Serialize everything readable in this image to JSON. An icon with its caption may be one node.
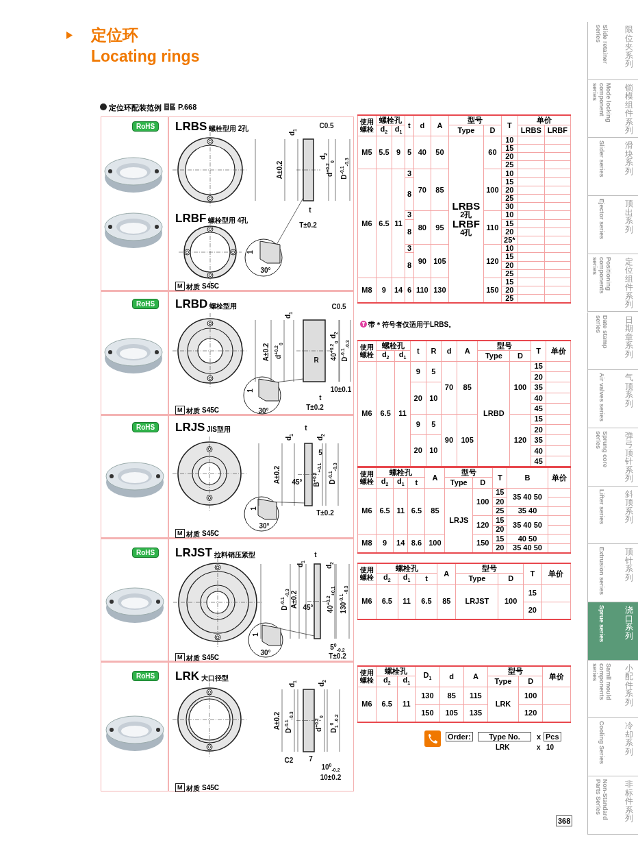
{
  "diagram": {
    "title": "定位环",
    "labels": [
      "Locating rings",
      "定位环配装范例",
      "P.668",
      "RoHS",
      "LRBS",
      "螺栓型用 2孔",
      "LRBF",
      "螺栓型用 4孔",
      "M",
      "材质",
      "S45C",
      "C0.5",
      "d$_{1}$",
      "d$_{2}$",
      "A±0.2",
      "d$^{+0.2}$$_{0}$",
      "D$^{-0.1}$$_{-0.3}$",
      "t",
      "T±0.2",
      "1",
      "30°",
      "RoHS",
      "LRBD",
      "螺栓型用",
      "M",
      "材质",
      "S45C",
      "C0.5",
      "d$_{1}$",
      "A±0.2",
      "d$^{+0.2}$$_{0}$",
      "d$_{2}$",
      "40$^{+0.2}$$_{0}$",
      "D$^{-0.1}$$_{-0.3}$",
      "R",
      "10±0.1",
      "t",
      "T±0.2",
      "1",
      "30°",
      "RoHS",
      "LRJS",
      "JIS型用",
      "M",
      "材质",
      "S45C",
      "t",
      "d$_{1}$",
      "d$_{2}$",
      "5",
      "A±0.2",
      "45°",
      "B$^{+0.2}$$_{+0.1}$",
      "D$^{-0.1}$$_{-0.3}$",
      "T±0.2",
      "1",
      "30°",
      "RoHS",
      "LRJST",
      "拉料销压紧型",
      "M",
      "材质",
      "S45C",
      "t",
      "d$_{1}$",
      "d$_{2}$",
      "D$^{-0.1}$$_{-0.3}$",
      "A±0.2",
      "45°",
      "40$^{+0.2}$$_{+0.1}$",
      "130$^{-0.1}$$_{-0.3}$",
      "1",
      "30°",
      "5$^{0}$$_{-0.2}$",
      "T±0.2",
      "RoHS",
      "LRK",
      "大口径型",
      "M",
      "材质",
      "S45C",
      "d$_{1}$",
      "d$_{2}$",
      "A±0.2",
      "D$^{-0.1}$$_{-0.3}$",
      "d$^{+0.2}$$_{0}$",
      "D$_{1}$$^{0}$$_{-0.2}$",
      "C2",
      "7",
      "10$^{0}$$_{-0.2}$",
      "10±0.2",
      "使用螺栓",
      "螺栓孔",
      "t",
      "d",
      "A",
      "型号",
      "T",
      "单价",
      "d$_{2}$",
      "d$_{1}$",
      "Type",
      "D",
      "LRBS",
      "LRBF",
      "M5",
      "5.5",
      "9",
      "5",
      "40",
      "50",
      "LRBS",
      "2孔",
      "LRBF",
      "4孔",
      "60",
      "10",
      "15",
      "20",
      "25",
      "M6",
      "6.5",
      "11",
      "3",
      "70",
      "85",
      "100",
      "10",
      "8",
      "15",
      "20",
      "25",
      "30",
      "3",
      "80",
      "95",
      "110",
      "10",
      "8",
      "15",
      "20",
      "25*",
      "3",
      "90",
      "105",
      "120",
      "10",
      "8",
      "15",
      "20",
      "25",
      "M8",
      "9",
      "14",
      "6",
      "110",
      "130",
      "150",
      "15",
      "20",
      "25",
      "带＊符号者仅适用于LRBS。",
      "使用螺栓",
      "螺栓孔",
      "t",
      "R",
      "d",
      "A",
      "型号",
      "T",
      "单价",
      "d$_{2}$",
      "d$_{1}$",
      "Type",
      "D",
      "M6",
      "6.5",
      "11",
      "9",
      "5",
      "70",
      "85",
      "LRBD",
      "100",
      "15",
      "20",
      "20",
      "10",
      "35",
      "40",
      "45",
      "9",
      "5",
      "90",
      "105",
      "120",
      "15",
      "20",
      "20",
      "10",
      "35",
      "40",
      "45",
      "使用螺栓",
      "螺栓孔",
      "A",
      "型号",
      "T",
      "B",
      "单价",
      "d$_{2}$",
      "d$_{1}$",
      "t",
      "Type",
      "D",
      "M6",
      "6.5",
      "11",
      "6.5",
      "85",
      "LRJS",
      "100",
      "15",
      "35 40 50",
      "20",
      "25",
      "35 40",
      "120",
      "15",
      "35 40 50",
      "20",
      "M8",
      "9",
      "14",
      "8.6",
      "100",
      "150",
      "15",
      "40 50",
      "20",
      "35 40 50",
      "使用螺栓",
      "螺栓孔",
      "A",
      "型号",
      "T",
      "单价",
      "d$_{2}$",
      "d$_{1}$",
      "t",
      "Type",
      "D",
      "M6",
      "6.5",
      "11",
      "6.5",
      "85",
      "LRJST",
      "100",
      "15",
      "20",
      "使用螺栓",
      "螺栓孔",
      "D$_{1}$",
      "d",
      "A",
      "型号",
      "单价",
      "d$_{2}$",
      "d$_{1}$",
      "Type",
      "D",
      "M6",
      "6.5",
      "11",
      "130",
      "85",
      "115",
      "LRK",
      "100",
      "150",
      "105",
      "135",
      "120",
      "Order:",
      "Type No.",
      "x",
      "Pcs",
      "LRK",
      "x",
      "10",
      "368",
      "Slide retainer series",
      "限位夹系列",
      "Mode locking component series",
      "锁模组件系列",
      "Slider series",
      "滑块系列",
      "Ejector series",
      "顶出系列",
      "Positioning components series",
      "定位组件系列",
      "Date stamp series",
      "日期章系列",
      "Air valves series",
      "气顶系列",
      "Sprung core series",
      "弹弓顶针系列",
      "Lifter series",
      "斜顶系列",
      "Extrusion series",
      "顶针系列",
      "Sprue series",
      "浇口系列",
      "Samll mould components series",
      "小配件系列",
      "Cooling Series",
      "冷却系列",
      "Non-Standard Parts Series",
      "非标件系列"
    ]
  }
}
